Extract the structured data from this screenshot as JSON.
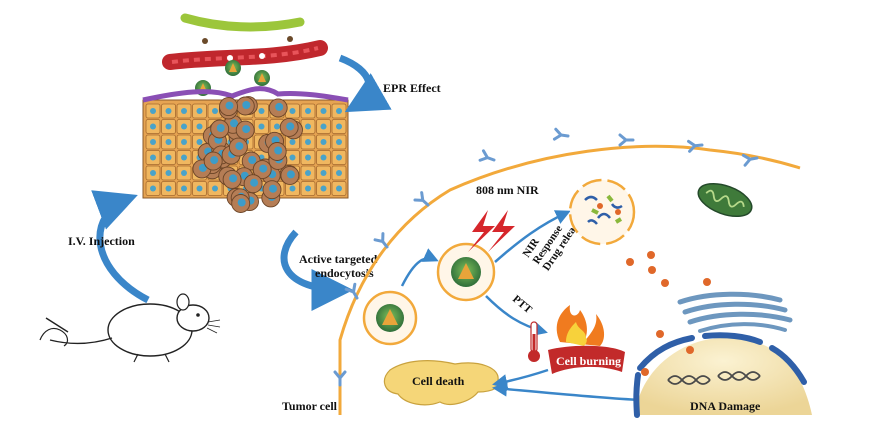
{
  "labels": {
    "epr_effect": "EPR Effect",
    "iv_injection": "I.V. Injection",
    "active_targeted_1": "Active targeted",
    "active_targeted_2": "endocytosis",
    "nir_808": "808 nm NIR",
    "nir_response_1": "NIR",
    "nir_response_2": "Response",
    "nir_response_3": "Drug release",
    "ptt": "PTT",
    "cell_burning": "Cell burning",
    "cell_death": "Cell death",
    "tumor_cell": "Tumor cell",
    "dna_damage": "DNA Damage"
  },
  "colors": {
    "membrane": "#f2a93b",
    "arrow_blue": "#3a86c9",
    "vessel_red": "#c0272d",
    "vessel_green": "#9cc63b",
    "nucleus_fill": "#f6e7b8",
    "nucleus_edge": "#2f5fa8",
    "receptor": "#6b9bd1",
    "lightning": "#d6262b",
    "flame": "#f07b1f",
    "burn_banner": "#c22a2a",
    "mitochondria": "#3f7a3a",
    "golgi": "#6d97bf",
    "dead_cell": "#f5d678",
    "particle_orange": "#e0682a",
    "tissue_cell": "#f0b760",
    "tumor_mass": "#b57d55"
  },
  "icons": [
    "mouse-icon",
    "syringe-icon",
    "thermometer-icon",
    "flame-icon",
    "mitochondria-icon",
    "golgi-icon",
    "dna-helix-icon",
    "lightning-icon",
    "nanoparticle-icon",
    "receptor-icon"
  ]
}
